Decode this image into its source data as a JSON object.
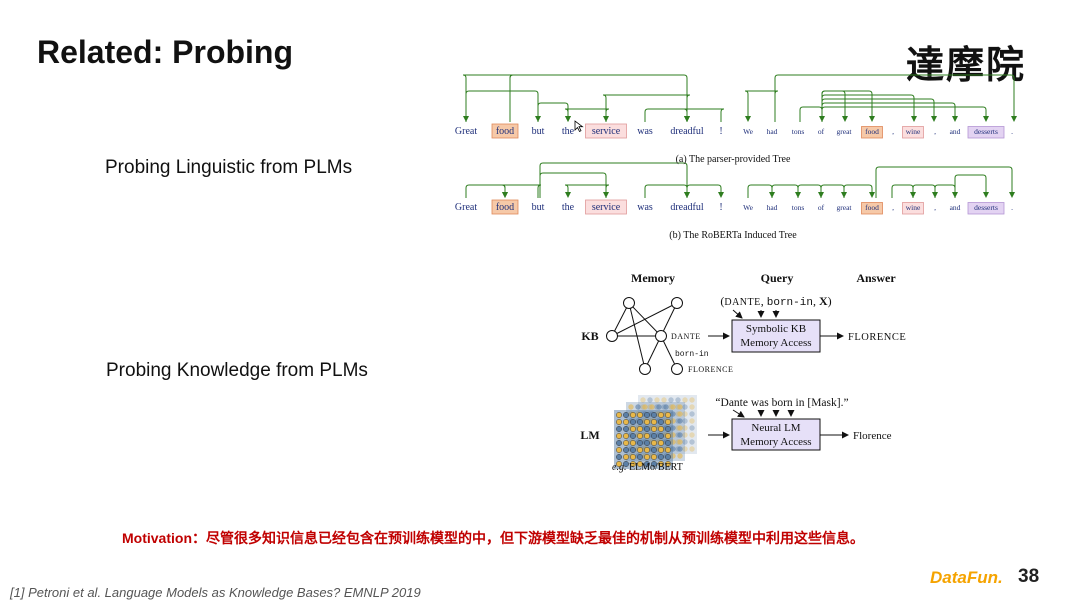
{
  "slide": {
    "title": "Related: Probing",
    "logo_text": "達摩院",
    "label_linguistic": "Probing Linguistic from PLMs",
    "label_knowledge": "Probing Knowledge from PLMs",
    "motivation": "Motivation：尽管很多知识信息已经包含在预训练模型的中，但下游模型缺乏最佳的机制从预训练模型中利用这些信息。",
    "footnote": "[1] Petroni et al. Language Models as Knowledge Bases? EMNLP 2019",
    "brand": "DataFun.",
    "page_number": "38"
  },
  "trees": {
    "sentence_a": [
      "Great",
      "food",
      "but",
      "the",
      "service",
      "was",
      "dreadful",
      "!"
    ],
    "sentence_b": [
      "We",
      "had",
      "tons",
      "of",
      "great",
      "food",
      ",",
      "wine",
      ",",
      "and",
      "desserts",
      "."
    ],
    "caption_a": "(a) The parser-provided Tree",
    "caption_b": "(b) The RoBERTa Induced Tree",
    "arc_color": "#2e7d1f"
  },
  "kb_diagram": {
    "col_memory": "Memory",
    "col_query": "Query",
    "col_answer": "Answer",
    "row_kb": "KB",
    "row_lm": "LM",
    "query_kb": "(Dante, born-in, X)",
    "query_kb_parts": [
      "(",
      "Dante",
      ", ",
      "born-in",
      ", ",
      "X",
      ")"
    ],
    "node_dante": "Dante",
    "edge_born_in": "born-in",
    "node_florence": "Florence",
    "box_kb_line1": "Symbolic KB",
    "box_kb_line2": "Memory Access",
    "answer_kb": "Florence",
    "query_lm": "“Dante was born in [Mask].”",
    "box_lm_line1": "Neural LM",
    "box_lm_line2": "Memory Access",
    "answer_lm": "Florence",
    "lm_caption_eg": "e.g.",
    "lm_caption_models": "ELMo/BERT",
    "box_fill": "#e6e0f8",
    "grid_colors": [
      "#e8b84a",
      "#5b7fa6",
      "#1f3b5a"
    ]
  }
}
